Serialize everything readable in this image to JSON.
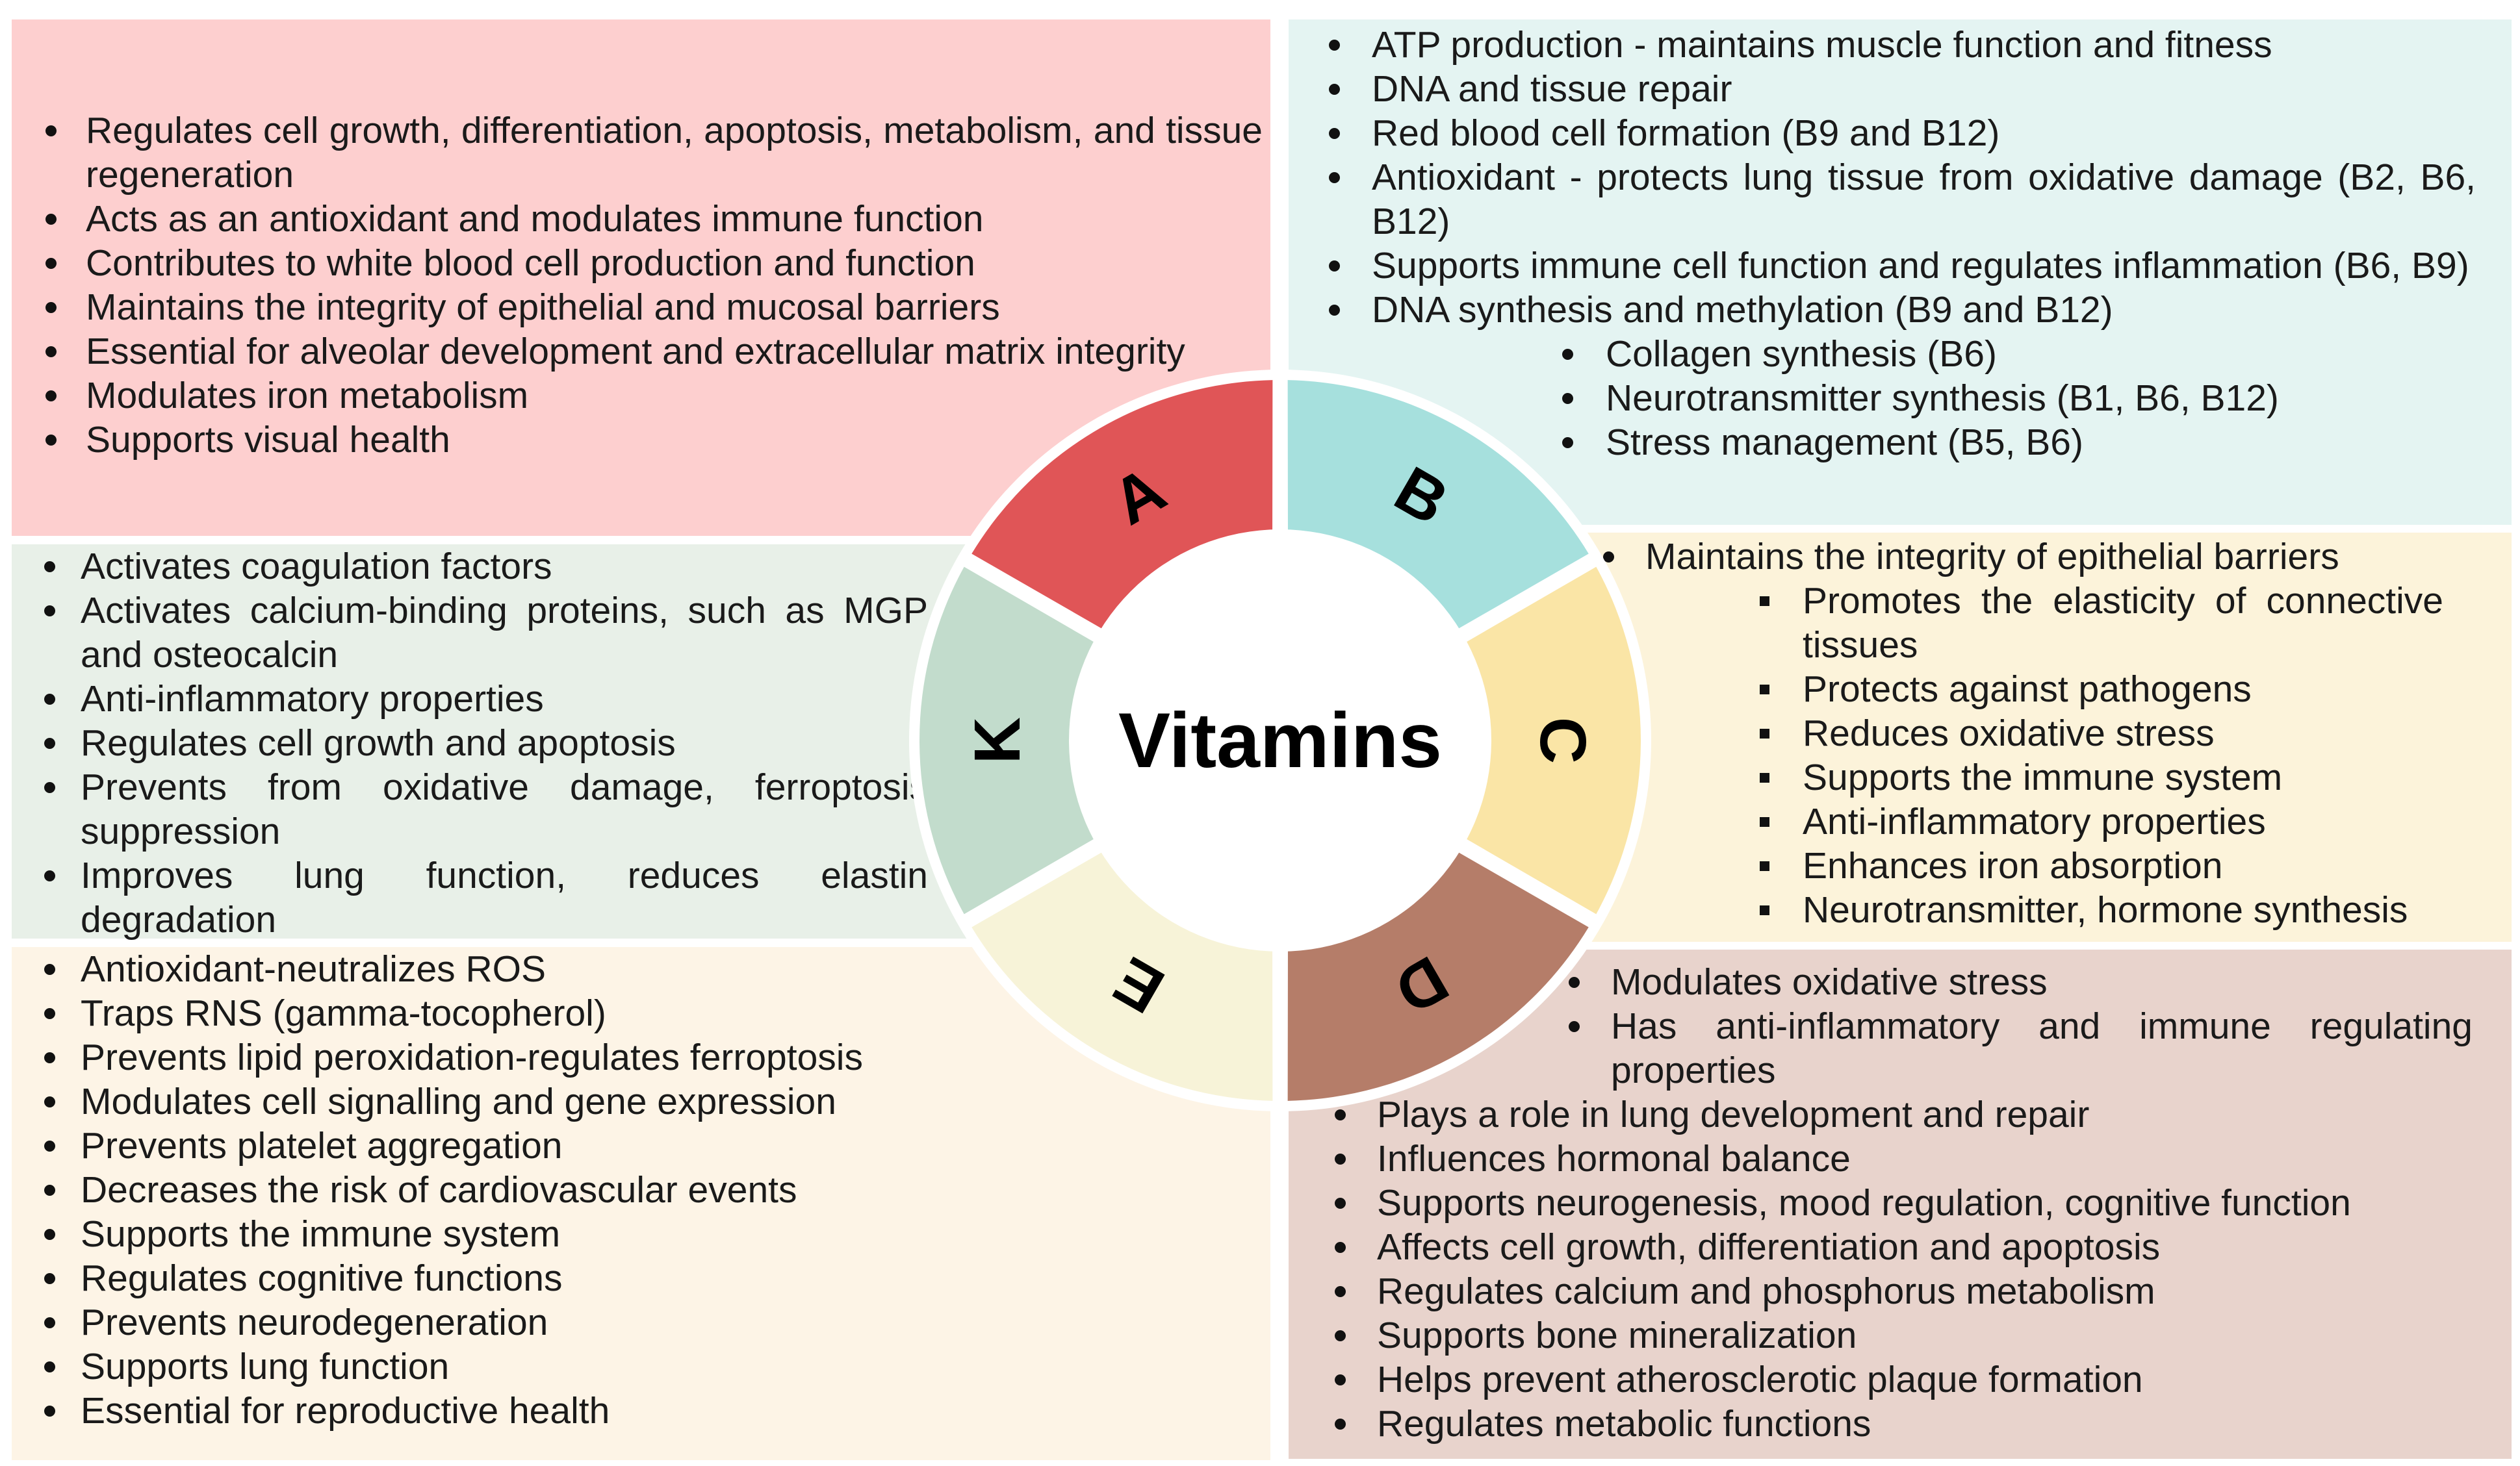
{
  "center_label": "Vitamins",
  "colors": {
    "a_panel": "#fdcfcf",
    "a_segment": "#e05557",
    "b_panel": "#e4f4f2",
    "b_segment": "#a6e0dd",
    "c_panel": "#fcf3da",
    "c_segment": "#fae5a6",
    "d_panel": "#e8d3cc",
    "d_segment": "#b57d69",
    "e_panel": "#fdf4e6",
    "e_segment": "#f7f3d8",
    "k_panel": "#e8f0e8",
    "k_segment": "#c2dccc"
  },
  "segments": [
    {
      "letter": "A",
      "start_deg": -60,
      "end_deg": 0,
      "color_key": "a_segment"
    },
    {
      "letter": "B",
      "start_deg": 0,
      "end_deg": 60,
      "color_key": "b_segment"
    },
    {
      "letter": "C",
      "start_deg": 60,
      "end_deg": 120,
      "color_key": "c_segment"
    },
    {
      "letter": "D",
      "start_deg": 120,
      "end_deg": 180,
      "color_key": "d_segment"
    },
    {
      "letter": "E",
      "start_deg": 180,
      "end_deg": 240,
      "color_key": "e_segment"
    },
    {
      "letter": "K",
      "start_deg": 240,
      "end_deg": 300,
      "color_key": "k_segment"
    }
  ],
  "panels": {
    "a": {
      "items": [
        "Regulates cell growth, differentiation, apoptosis, metabolism, and tissue regeneration",
        "Acts as an antioxidant and modulates immune function",
        "Contributes to white blood cell production and function",
        "Maintains the integrity of epithelial and mucosal barriers",
        "Essential for alveolar development and extracellular matrix integrity",
        "Modulates iron metabolism",
        "Supports visual health"
      ]
    },
    "b": {
      "items": [
        "ATP production - maintains muscle function and fitness",
        "DNA and tissue repair",
        "Red blood cell formation (B9 and B12)",
        "Antioxidant - protects lung tissue from oxidative damage (B2, B6, B12)",
        "Supports immune cell function and regulates inflammation (B6, B9)",
        "DNA synthesis and methylation  (B9 and B12)"
      ],
      "sub_items": [
        "Collagen synthesis (B6)",
        "Neurotransmitter synthesis (B1, B6, B12)",
        "Stress management (B5, B6)"
      ]
    },
    "c": {
      "items": [
        "Maintains the integrity of epithelial barriers"
      ],
      "sub_items": [
        "Promotes the elasticity of connective tissues",
        "Protects against pathogens",
        "Reduces oxidative stress",
        "Supports the immune system",
        "Anti-inflammatory properties",
        "Enhances iron absorption",
        "Neurotransmitter, hormone synthesis"
      ]
    },
    "d": {
      "sub_items": [
        "Modulates oxidative stress",
        "Has anti-inflammatory and immune regulating properties"
      ],
      "items": [
        "Plays a role in lung development and repair",
        "Influences hormonal balance",
        "Supports neurogenesis, mood regulation, cognitive function",
        "Affects cell growth, differentiation and apoptosis",
        "Regulates calcium and phosphorus metabolism",
        "Supports bone mineralization",
        "Helps prevent atherosclerotic plaque formation",
        "Regulates metabolic functions"
      ]
    },
    "e": {
      "items": [
        "Antioxidant-neutralizes ROS",
        "Traps RNS (gamma-tocopherol)",
        "Prevents lipid peroxidation-regulates ferroptosis",
        "Modulates cell signalling and gene expression",
        "Prevents platelet aggregation",
        "Decreases the risk of cardiovascular events",
        "Supports the immune system",
        "Regulates cognitive functions",
        "Prevents neurodegeneration",
        "Supports lung function",
        "Essential for reproductive health"
      ]
    },
    "k": {
      "items": [
        "Activates coagulation factors",
        "Activates calcium-binding proteins, such as MGP and osteocalcin",
        "Anti-inflammatory properties",
        "Regulates cell growth and apoptosis",
        "Prevents from oxidative damage, ferroptosis suppression",
        "Improves lung function, reduces elastin degradation"
      ]
    }
  }
}
